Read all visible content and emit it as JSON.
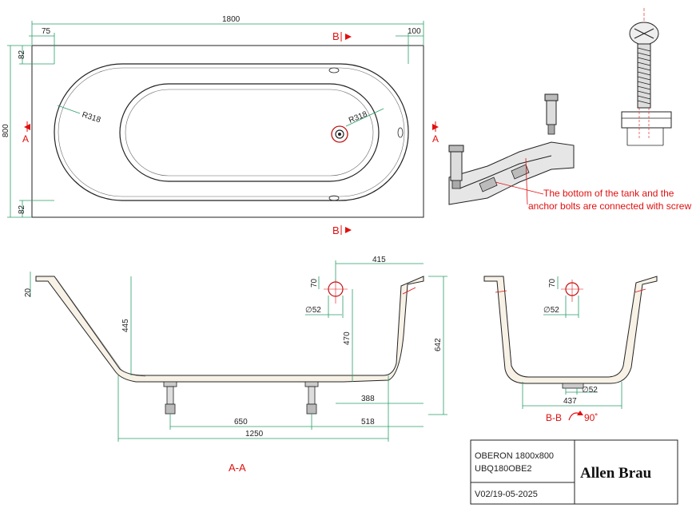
{
  "plan_view": {
    "overall_length": "1800",
    "offset_left": "75",
    "offset_right": "100",
    "width": "800",
    "rim_top": "82",
    "rim_bottom": "82",
    "radius_left": "R318",
    "radius_right": "R318"
  },
  "section_marks": {
    "a": "A",
    "b": "B",
    "aa": "A-A",
    "bb": "B-B",
    "bb_rotation": "90˚"
  },
  "note": {
    "line1": "The bottom of the tank and the",
    "line2": "anchor bolts are connected with screw"
  },
  "section_aa": {
    "dim_415": "415",
    "dim_20": "20",
    "dim_70": "70",
    "dim_52": "∅52",
    "dim_445": "445",
    "dim_470": "470",
    "dim_642": "642",
    "dim_388": "388",
    "dim_650": "650",
    "dim_518": "518",
    "dim_1250": "1250"
  },
  "section_bb": {
    "dim_70": "70",
    "dim_52_top": "∅52",
    "dim_52_bottom": "∅52",
    "dim_437": "437"
  },
  "title_block": {
    "model": "OBERON  1800x800",
    "code": "UBQ180OBE2",
    "version": "V02/19-05-2025",
    "brand": "Allen Brau"
  }
}
